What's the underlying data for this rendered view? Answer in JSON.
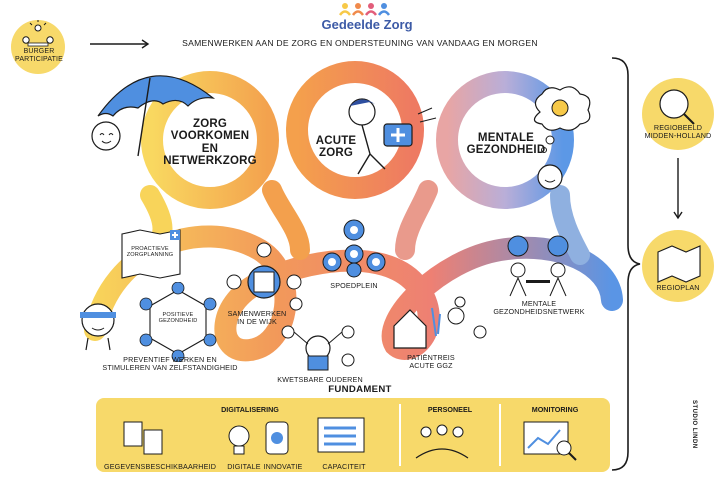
{
  "logo": {
    "text": "Gedeelde Zorg"
  },
  "header": {
    "burger_participatie": "BURGER\nPARTICIPATIE",
    "tagline": "SAMENWERKEN AAN DE ZORG EN ONDERSTEUNING VAN VANDAAG EN MORGEN"
  },
  "themes": {
    "zorg_voorkomen": "ZORG\nVOORKOMEN\nEN\nNETWERKZORG",
    "acute_zorg": "ACUTE\nZORG",
    "mentale_gezondheid": "MENTALE\nGEZONDHEID"
  },
  "projects": {
    "proactieve_zorgplanning": "PROACTIEVE\nZORGPLANNING",
    "positieve_gezondheid": "POSITIEVE\nGEZONDHEID",
    "preventief": "PREVENTIEF WERKEN EN\nSTIMULEREN VAN ZELFSTANDIGHEID",
    "samenwerken_wijk": "SAMENWERKEN\nIN DE WIJK",
    "spoedplein": "SPOEDPLEIN",
    "kwetsbare_ouderen": "KWETSBARE OUDEREN",
    "patientreis": "PATIËNTREIS\nACUTE GGZ",
    "mentale_netwerk": "MENTALE\nGEZONDHEIDSNETWERK"
  },
  "side": {
    "regiobeeld": "REGIOBEELD\nMIDDEN-HOLLAND",
    "regioplan": "REGIOPLAN"
  },
  "fundament": {
    "title": "FUNDAMENT",
    "digitalisering": "DIGITALISERING",
    "personeel": "PERSONEEL",
    "monitoring": "MONITORING",
    "gegevens": "GEGEVENSBESCHIKBAARHEID",
    "digitale": "DIGITALE",
    "innovatie": "INNOVATIE",
    "capaciteit": "CAPACITEIT"
  },
  "credit": "STUDIO LINDN",
  "colors": {
    "yellow": "#f7c948",
    "orange": "#f08a4b",
    "salmon": "#ef7a5c",
    "lilac": "#b8a8d8",
    "blue": "#4f8fe0",
    "panel": "#f7d96a"
  }
}
